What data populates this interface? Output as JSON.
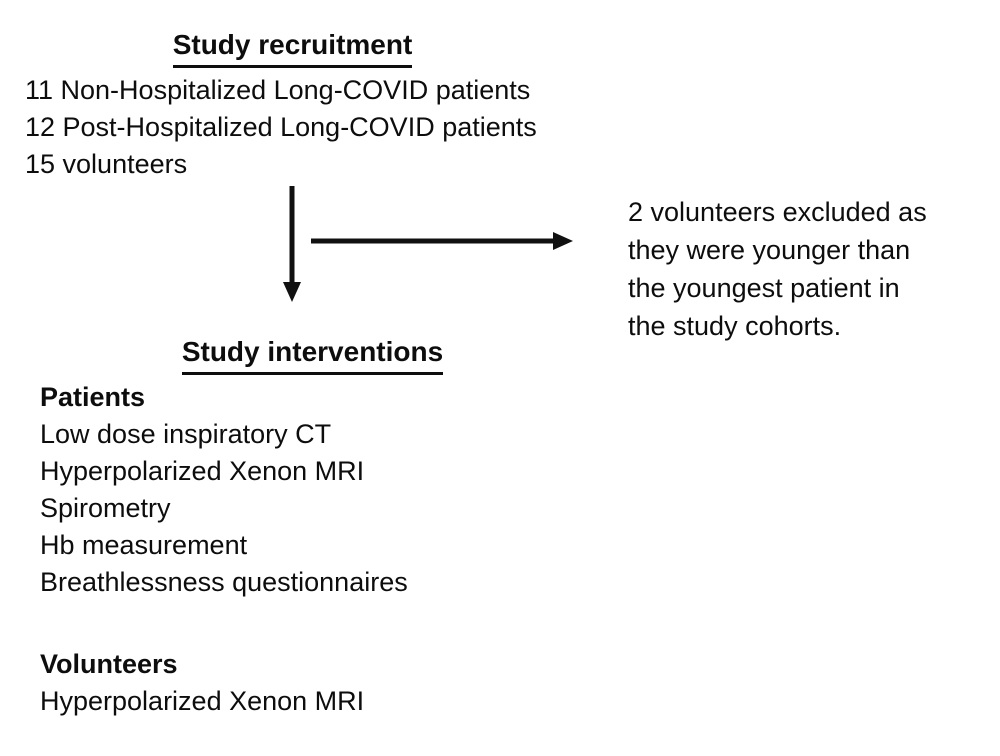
{
  "recruitment": {
    "title": "Study recruitment",
    "lines": [
      "11 Non-Hospitalized Long-COVID patients",
      "12 Post-Hospitalized Long-COVID patients",
      "15 volunteers"
    ]
  },
  "exclusion": {
    "lines": [
      "2 volunteers excluded as",
      "they were younger than",
      "the youngest patient in",
      "the study cohorts."
    ]
  },
  "interventions": {
    "title": "Study interventions",
    "patients": {
      "heading": "Patients",
      "items": [
        "Low dose inspiratory CT",
        "Hyperpolarized Xenon MRI",
        "Spirometry",
        "Hb measurement",
        "Breathlessness questionnaires"
      ]
    },
    "volunteers": {
      "heading": "Volunteers",
      "items": [
        "Hyperpolarized Xenon MRI"
      ]
    }
  },
  "colors": {
    "text": "#0d0d0d",
    "background": "#ffffff",
    "arrow": "#111111"
  }
}
